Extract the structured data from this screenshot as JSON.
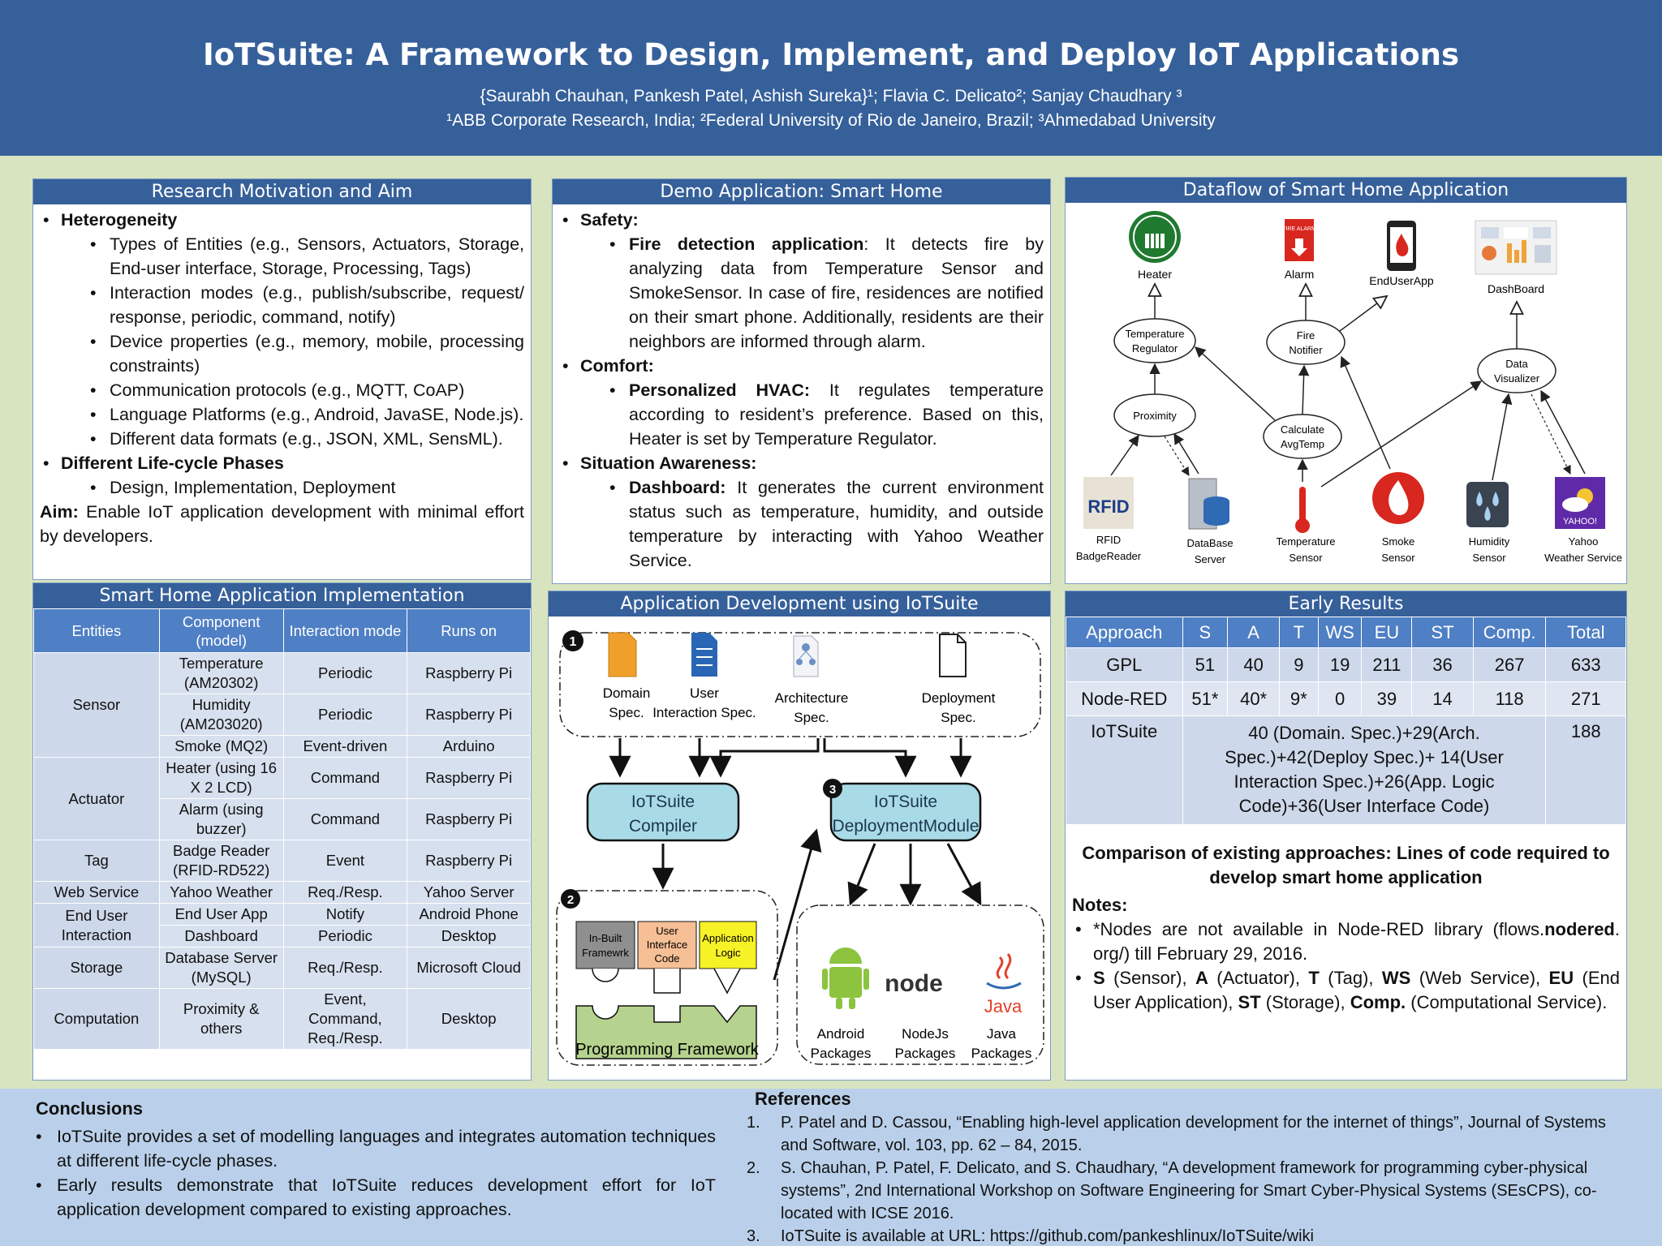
{
  "header": {
    "title": "IoTSuite: A Framework to Design, Implement, and Deploy IoT Applications",
    "authors": "{Saurabh Chauhan, Pankesh Patel, Ashish Sureka}¹; Flavia C. Delicato²; Sanjay Chaudhary ³",
    "affiliations": "¹ABB Corporate Research, India;  ²Federal University of Rio de Janeiro, Brazil; ³Ahmedabad University"
  },
  "motivation": {
    "title": "Research Motivation and Aim",
    "heterogeneity": "Heterogeneity",
    "items": [
      "Types of Entities (e.g., Sensors, Actuators, Storage, End-user interface, Storage, Processing, Tags)",
      "Interaction modes (e.g., publish/subscribe, request/ response, periodic, command, notify)",
      "Device properties (e.g., memory, mobile, processing constraints)",
      "Communication protocols (e.g., MQTT, CoAP)",
      "Language Platforms (e.g., Android, JavaSE, Node.js).",
      "Different data formats (e.g., JSON, XML, SensML)."
    ],
    "lifecycle": "Different Life-cycle Phases",
    "lifecycle_item": "Design, Implementation, Deployment",
    "aim_label": "Aim:",
    "aim_text": " Enable IoT application development with minimal effort by developers."
  },
  "demo": {
    "title": "Demo Application: Smart Home",
    "safety": "Safety:",
    "fire_label": "Fire detection application",
    "fire_text": ":  It detects fire by analyzing data from Temperature Sensor and SmokeSensor. In case of fire, residences are notified on their smart phone. Additionally, residents are their neighbors are informed through alarm.",
    "comfort": "Comfort:",
    "hvac_label": "Personalized HVAC:",
    "hvac_text": " It regulates temperature according to resident’s preference. Based on this, Heater is set by Temperature Regulator.",
    "situation": "Situation Awareness:",
    "dash_label": "Dashboard:",
    "dash_text": " It generates the current environment status such as temperature, humidity, and outside temperature by interacting with Yahoo Weather Service."
  },
  "dataflow": {
    "title": "Dataflow of Smart Home Application",
    "heater": "Heater",
    "alarm": "Alarm",
    "enduserapp": "EndUserApp",
    "dashboard": "DashBoard",
    "temp_reg_1": "Temperature",
    "temp_reg_2": "Regulator",
    "fire_not_1": "Fire",
    "fire_not_2": "Notifier",
    "data_vis_1": "Data",
    "data_vis_2": "Visualizer",
    "proximity": "Proximity",
    "calc_1": "Calculate",
    "calc_2": "AvgTemp",
    "rfid_1": "RFID",
    "rfid_2": "BadgeReader",
    "db_1": "DataBase",
    "db_2": "Server",
    "tsensor_1": "Temperature",
    "tsensor_2": "Sensor",
    "smoke_1": "Smoke",
    "smoke_2": "Sensor",
    "hum_1": "Humidity",
    "hum_2": "Sensor",
    "yahoo_1": "Yahoo",
    "yahoo_2": "Weather Service",
    "rfid_logo": "RFID",
    "yahoo_logo": "YAHOO!",
    "fire_alarm_logo": "FIRE ALARM"
  },
  "implementation": {
    "title": "Smart Home Application Implementation",
    "headers": [
      "Entities",
      "Component (model)",
      "Interaction mode",
      "Runs on"
    ],
    "sensor": "Sensor",
    "actuator": "Actuator",
    "tag": "Tag",
    "webservice": "Web Service",
    "enduser": "End User Interaction",
    "storage": "Storage",
    "computation": "Computation",
    "rows": [
      [
        "Temperature (AM20302)",
        "Periodic",
        "Raspberry Pi"
      ],
      [
        "Humidity (AM203020)",
        "Periodic",
        "Raspberry Pi"
      ],
      [
        "Smoke (MQ2)",
        "Event-driven",
        "Arduino"
      ],
      [
        "Heater (using 16 X 2 LCD)",
        "Command",
        "Raspberry Pi"
      ],
      [
        "Alarm (using buzzer)",
        "Command",
        "Raspberry Pi"
      ],
      [
        "Badge Reader (RFID-RD522)",
        "Event",
        "Raspberry Pi"
      ],
      [
        "Yahoo Weather",
        "Req./Resp.",
        "Yahoo Server"
      ],
      [
        "End User App",
        "Notify",
        "Android Phone"
      ],
      [
        "Dashboard",
        "Periodic",
        "Desktop"
      ],
      [
        "Database Server (MySQL)",
        "Req./Resp.",
        "Microsoft Cloud"
      ],
      [
        "Proximity & others",
        "Event, Command, Req./Resp.",
        "Desktop"
      ]
    ]
  },
  "appdev": {
    "title": "Application Development using IoTSuite",
    "step1": "1",
    "step2": "2",
    "step3": "3",
    "domain_1": "Domain",
    "domain_2": "Spec.",
    "user_1": "User",
    "user_2": "Interaction Spec.",
    "arch_1": "Architecture",
    "arch_2": "Spec.",
    "deploy_1": "Deployment",
    "deploy_2": "Spec.",
    "compiler_1": "IoTSuite",
    "compiler_2": "Compiler",
    "depmod_1": "IoTSuite",
    "depmod_2": "DeploymentModule",
    "inbuilt_1": "In-Built",
    "inbuilt_2": "Framewrk",
    "ui_1": "User",
    "ui_2": "Interface",
    "ui_3": "Code",
    "al_1": "Application",
    "al_2": "Logic",
    "progfw": "Programming Framework",
    "android_1": "Android",
    "android_2": "Packages",
    "node_1": "NodeJs",
    "node_2": "Packages",
    "java_1": "Java",
    "java_2": "Packages",
    "node_logo": "node",
    "java_logo": "Java"
  },
  "results": {
    "title": "Early Results",
    "headers": [
      "Approach",
      "S",
      "A",
      "T",
      "WS",
      "EU",
      "ST",
      "Comp.",
      "Total"
    ],
    "gpl": [
      "GPL",
      "51",
      "40",
      "9",
      "19",
      "211",
      "36",
      "267",
      "633"
    ],
    "nodered": [
      "Node-RED",
      "51*",
      "40*",
      "9*",
      "0",
      "39",
      "14",
      "118",
      "271"
    ],
    "iotsuite_label": "IoTSuite",
    "iotsuite_detail": "40 (Domain. Spec.)+29(Arch. Spec.)+42(Deploy Spec.)+ 14(User Interaction Spec.)+26(App. Logic Code)+36(User Interface Code)",
    "iotsuite_total": "188",
    "caption": "Comparison of existing approaches: Lines of code required to develop smart home application",
    "notes_label": "Notes:",
    "note1_a": "*Nodes are not available in Node-RED library (flows.",
    "note1_b": "nodered",
    "note1_c": ". org/) till February 29, 2016.",
    "note2": [
      {
        "b": "S",
        "t": " (Sensor), "
      },
      {
        "b": "A",
        "t": " (Actuator), "
      },
      {
        "b": "T",
        "t": " (Tag), "
      },
      {
        "b": "WS",
        "t": " (Web Service), "
      },
      {
        "b": "EU",
        "t": " (End User Application), "
      },
      {
        "b": "ST",
        "t": " (Storage), "
      },
      {
        "b": "Comp.",
        "t": " (Computational Service)."
      }
    ]
  },
  "conclusions": {
    "title": "Conclusions",
    "items": [
      "IoTSuite  provides a set of modelling languages and integrates automation techniques at different life-cycle phases.",
      "Early results demonstrate that IoTSuite reduces development effort for IoT application development compared to existing approaches."
    ]
  },
  "references": {
    "title": "References",
    "items": [
      {
        "num": "1.",
        "text": " P. Patel and D. Cassou, “Enabling high-level application development for the internet of things”, Journal of Systems and Software, vol. 103, pp. 62 – 84, 2015."
      },
      {
        "num": "2.",
        "text": "S. Chauhan, P. Patel, F. Delicato, and S. Chaudhary, “A development framework for programming  cyber-physical systems”, 2nd International Workshop on Software Engineering for Smart  Cyber-Physical Systems (SEsCPS), co-located with ICSE 2016."
      },
      {
        "num": "3.",
        "text": "IoTSuite is available at URL: https://github.com/pankeshlinux/IoTSuite/wiki"
      }
    ]
  },
  "colors": {
    "header_bg": "#36609a",
    "table_header": "#4f7fc4",
    "page_bg": "#d8e4bf",
    "bottom_bg": "#bad0ea"
  }
}
